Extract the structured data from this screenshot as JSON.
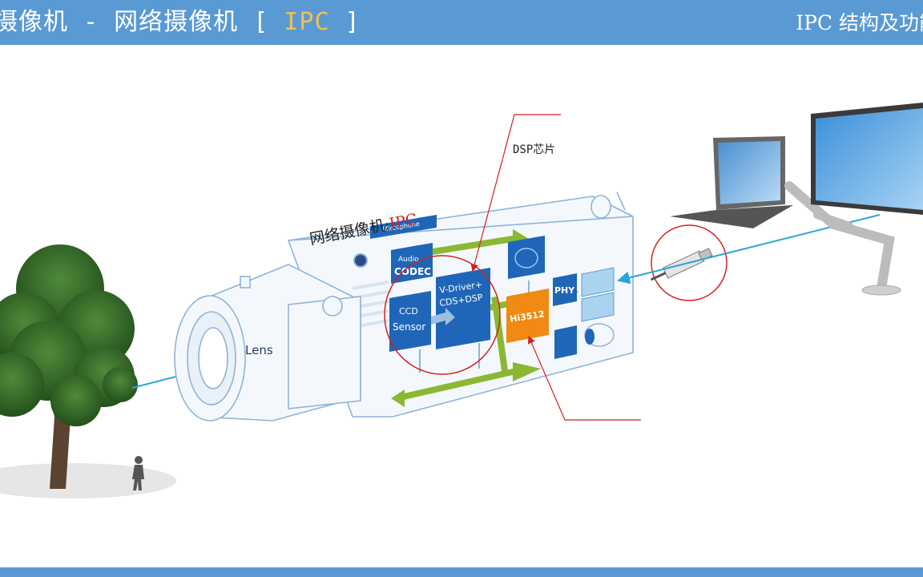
{
  "header": {
    "title_main": "摄像机 - 网络摄像机 [ ",
    "title_highlight": "IPC",
    "title_close": " ]",
    "title_right": "IPC 结构及功能"
  },
  "diagram": {
    "label_dsp": "DSP芯片",
    "label_ipc_prefix": "网络摄像机:",
    "label_ipc_suffix": "IPC",
    "blocks": {
      "microphone": "Mircophone",
      "codec_line1": "Audio",
      "codec_line2": "CODEC",
      "ccd_line1": "CCD",
      "ccd_line2": "Sensor",
      "vdriver_line1": "V-Driver+",
      "vdriver_line2": "CDS+DSP",
      "hi3512": "Hi3512",
      "phy": "PHY",
      "lens": "Lens"
    }
  }
}
